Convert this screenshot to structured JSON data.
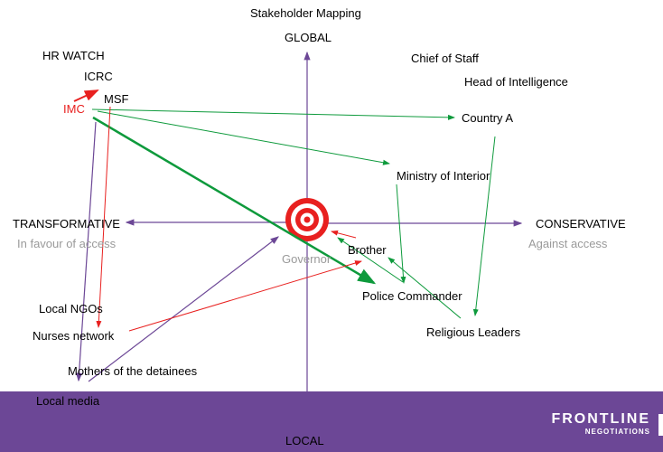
{
  "title": "Stakeholder Mapping",
  "axes": {
    "top": "GLOBAL",
    "bottom": "LOCAL",
    "left": "TRANSFORMATIVE",
    "left_sub": "In favour of access",
    "right": "CONSERVATIVE",
    "right_sub": "Against access"
  },
  "center": "Governor",
  "stakeholders": {
    "hr_watch": "HR WATCH",
    "icrc": "ICRC",
    "imc": "IMC",
    "msf": "MSF",
    "chief": "Chief of Staff",
    "intel": "Head of Intelligence",
    "country_a": "Country A",
    "ministry": "Ministry of Interior",
    "brother": "Brother",
    "police": "Police Commander",
    "religious": "Religious Leaders",
    "local_ngos": "Local NGOs",
    "nurses": "Nurses network",
    "mothers": "Mothers of the detainees",
    "media": "Local media"
  },
  "logo": {
    "line1": "FRONTLINE",
    "line2": "NEGOTIATIONS"
  },
  "colors": {
    "purple": "#6c4796",
    "green": "#0e9a3c",
    "red": "#e8201f"
  }
}
